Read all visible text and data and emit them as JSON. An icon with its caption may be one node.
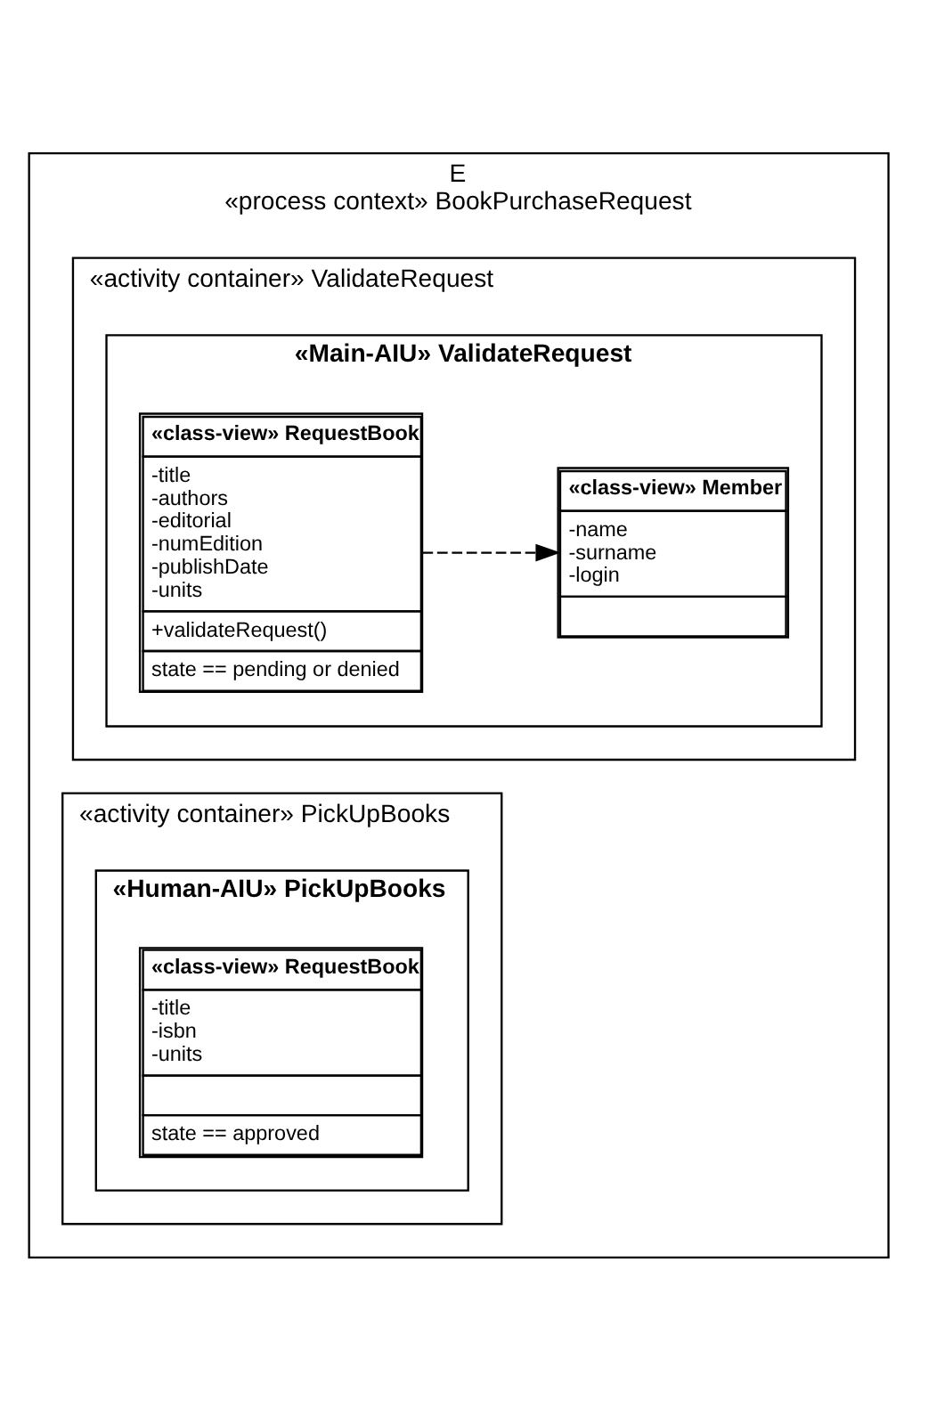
{
  "diagram": {
    "nodes": [
      {
        "text": [
          "E",
          "«process context» BookPurchaseRequest"
        ]
      },
      {
        "text": [
          "«activity container» ValidateRequest"
        ],
        "in": 0
      },
      {
        "text": [
          "«Main-AIU» ValidateRequest"
        ],
        "in": 1
      },
      {
        "text": [
          "«class-view» RequestBook",
          "-title -authors -editorial -numEdition -publishDate -units",
          "+validateRequest()",
          "state == pending or denied"
        ],
        "in": 2
      },
      {
        "text": [
          "«class-view» Member",
          "-name -surname -login"
        ],
        "in": 2
      },
      {
        "text": [
          "«activity container» PickUpBooks"
        ],
        "in": 0
      },
      {
        "text": [
          "«Human-AIU» PickUpBooks"
        ],
        "in": 5
      },
      {
        "text": [
          "«class-view» RequestBook",
          "-title -isbn -units",
          "state == approved"
        ],
        "in": 6
      }
    ],
    "edges": [
      {
        "from": 3,
        "to": 4,
        "arrow": "to",
        "style": "dashed"
      }
    ]
  }
}
